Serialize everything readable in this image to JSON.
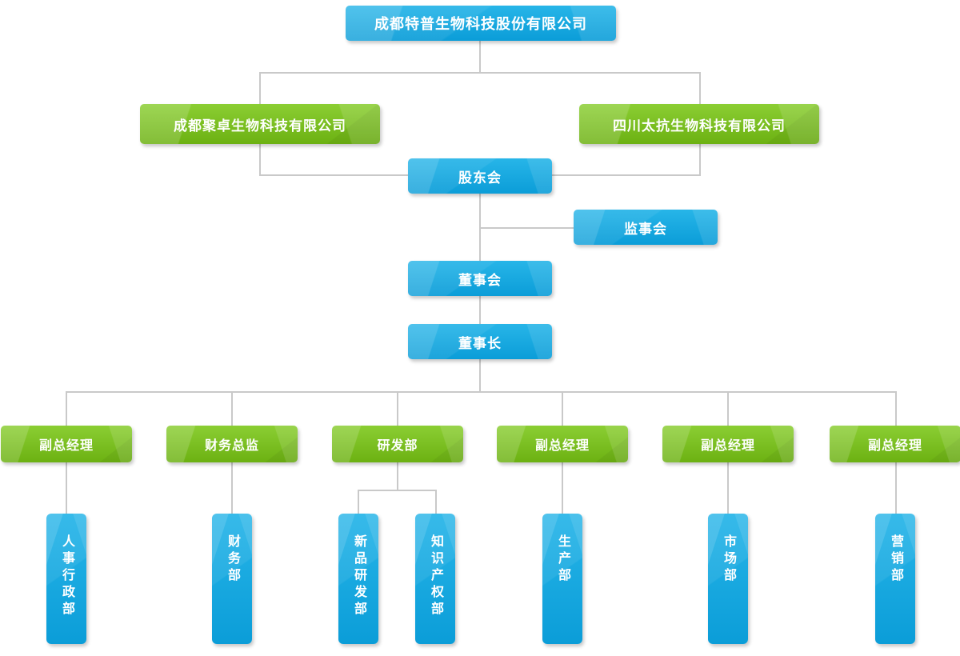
{
  "palette": {
    "box_blue": "#0fa3dc",
    "box_green": "#78c01c",
    "connector_gray": "#c9c9c9",
    "text_white": "#ffffff",
    "background": "#ffffff"
  },
  "org": {
    "root": "成都特普生物科技股份有限公司",
    "subsidiaries": [
      "成都聚卓生物科技有限公司",
      "四川太抗生物科技有限公司"
    ],
    "governance": {
      "shareholders_meeting": "股东会",
      "supervisory_board": "监事会",
      "board_of_directors": "董事会",
      "chairman": "董事长"
    },
    "management": [
      "副总经理",
      "财务总监",
      "研发部",
      "副总经理",
      "副总经理",
      "副总经理"
    ],
    "departments": [
      "人事行政部",
      "财务部",
      "新品研发部",
      "知识产权部",
      "生产部",
      "市场部",
      "营销部"
    ]
  }
}
